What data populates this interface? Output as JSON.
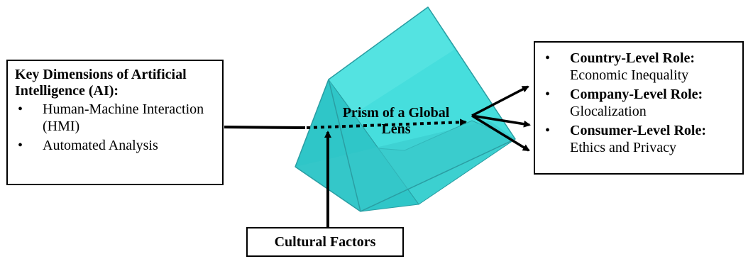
{
  "left_box": {
    "title": "Key Dimensions of Artificial Intelligence (AI):",
    "items": [
      "Human-Machine Interaction (HMI)",
      "Automated Analysis"
    ]
  },
  "prism": {
    "label": "Prism of a Global Lens",
    "color": "#3fd6d4"
  },
  "right_box": {
    "roles": [
      {
        "title": "Country-Level Role:",
        "desc": "Economic Inequality"
      },
      {
        "title": "Company-Level Role:",
        "desc": "Glocalization"
      },
      {
        "title": "Consumer-Level Role:",
        "desc": "Ethics and Privacy"
      }
    ]
  },
  "bottom_box": {
    "label": "Cultural Factors"
  }
}
